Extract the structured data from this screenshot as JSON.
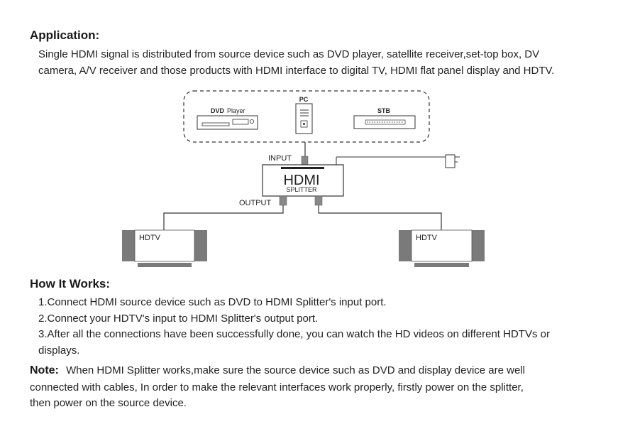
{
  "application": {
    "heading": "Application:",
    "lines": [
      "Single HDMI signal is distributed from source device such as DVD player, satellite receiver,set-top box, DV",
      "camera, A/V receiver and those products with HDMI interface to digital TV, HDMI flat panel display and HDTV."
    ]
  },
  "diagram": {
    "dvd_label_bold": "DVD",
    "dvd_label": "Player",
    "pc_label": "PC",
    "stb_label": "STB",
    "input_label": "INPUT",
    "output_label": "OUTPUT",
    "splitter_title": "HDMI",
    "splitter_subtitle": "SPLITTER",
    "hdtv_left": "HDTV",
    "hdtv_right": "HDTV"
  },
  "how_it_works": {
    "heading": "How It Works:",
    "steps": [
      "1.Connect HDMI source device such as DVD to HDMI Splitter's input port.",
      "2.Connect your HDTV's input to HDMI Splitter's output port.",
      "3.After all the connections have been successfully done, you can watch the HD videos on different HDTVs or",
      "displays."
    ]
  },
  "note": {
    "label": "Note:",
    "lines": [
      "When HDMI Splitter works,make sure the source device such as DVD and display device are well",
      "connected with cables, In order to make the relevant interfaces work properly, firstly power on the splitter,",
      "then power on the source device."
    ]
  }
}
